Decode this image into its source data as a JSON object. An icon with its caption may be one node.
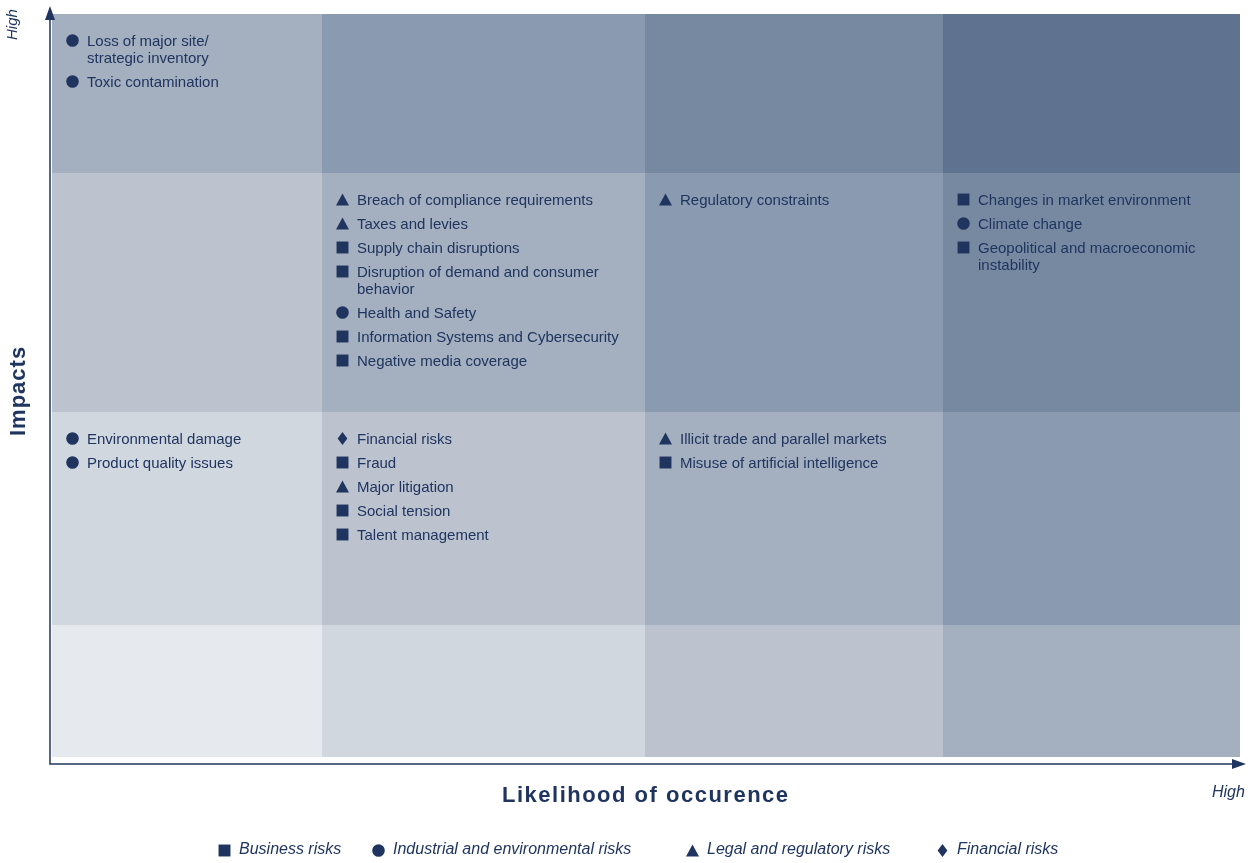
{
  "diagram": {
    "nodes": [
      {
        "text": [],
        "shape": "box"
      },
      {
        "text": [],
        "shape": "circle",
        "in": 0
      },
      {
        "text": [
          "Loss of major site/ strategic inventory"
        ],
        "in": 0
      },
      {
        "text": [],
        "shape": "circle",
        "in": 0
      },
      {
        "text": [
          "Toxic contamination"
        ],
        "in": 0
      },
      {
        "text": [],
        "shape": "box"
      },
      {
        "text": [],
        "shape": "box"
      },
      {
        "text": [],
        "shape": "box"
      },
      {
        "text": [],
        "shape": "box"
      },
      {
        "text": [],
        "shape": "box"
      },
      {
        "text": [],
        "shape": "triangle",
        "in": 9
      },
      {
        "text": [
          "Breach of compliance requirements"
        ],
        "in": 9
      },
      {
        "text": [],
        "shape": "triangle",
        "in": 9
      },
      {
        "text": [
          "Taxes and levies"
        ],
        "in": 9
      },
      {
        "text": [],
        "shape": "square",
        "in": 9
      },
      {
        "text": [
          "Supply chain disruptions"
        ],
        "in": 9
      },
      {
        "text": [],
        "shape": "square",
        "in": 9
      },
      {
        "text": [
          "Disruption of demand and consumer behavior"
        ],
        "in": 9
      },
      {
        "text": [],
        "shape": "circle",
        "in": 9
      },
      {
        "text": [
          "Health and Safety"
        ],
        "in": 9
      },
      {
        "text": [],
        "shape": "square",
        "in": 9
      },
      {
        "text": [
          "Information Systems and Cybersecurity"
        ],
        "in": 9
      },
      {
        "text": [],
        "shape": "square",
        "in": 9
      },
      {
        "text": [
          "Negative media coverage"
        ],
        "in": 9
      },
      {
        "text": [],
        "shape": "box"
      },
      {
        "text": [],
        "shape": "triangle",
        "in": 24
      },
      {
        "text": [
          "Regulatory constraints"
        ],
        "in": 24
      },
      {
        "text": [],
        "shape": "box"
      },
      {
        "text": [],
        "shape": "square",
        "in": 27
      },
      {
        "text": [
          "Changes in market environment"
        ],
        "in": 27
      },
      {
        "text": [],
        "shape": "circle",
        "in": 27
      },
      {
        "text": [
          "Climate change"
        ],
        "in": 27
      },
      {
        "text": [],
        "shape": "square",
        "in": 27
      },
      {
        "text": [
          "Geopolitical and macroeconomic instability"
        ],
        "in": 27
      },
      {
        "text": [],
        "shape": "box"
      },
      {
        "text": [],
        "shape": "circle",
        "in": 34
      },
      {
        "text": [
          "Environmental damage"
        ],
        "in": 34
      },
      {
        "text": [],
        "shape": "circle",
        "in": 34
      },
      {
        "text": [
          "Product quality issues"
        ],
        "in": 34
      },
      {
        "text": [],
        "shape": "box"
      },
      {
        "text": [],
        "shape": "diamond",
        "in": 39
      },
      {
        "text": [
          "Financial risks"
        ],
        "in": 39
      },
      {
        "text": [],
        "shape": "square",
        "in": 39
      },
      {
        "text": [
          "Fraud"
        ],
        "in": 39
      },
      {
        "text": [],
        "shape": "triangle",
        "in": 39
      },
      {
        "text": [
          "Major litigation"
        ],
        "in": 39
      },
      {
        "text": [],
        "shape": "square",
        "in": 39
      },
      {
        "text": [
          "Social tension"
        ],
        "in": 39
      },
      {
        "text": [],
        "shape": "square",
        "in": 39
      },
      {
        "text": [
          "Talent management"
        ],
        "in": 39
      },
      {
        "text": [],
        "shape": "box"
      },
      {
        "text": [],
        "shape": "triangle",
        "in": 50
      },
      {
        "text": [
          "Illicit trade and parallel markets"
        ],
        "in": 50
      },
      {
        "text": [],
        "shape": "square",
        "in": 50
      },
      {
        "text": [
          "Misuse of artificial intelligence"
        ],
        "in": 50
      },
      {
        "text": [],
        "shape": "box"
      },
      {
        "text": [],
        "shape": "box"
      },
      {
        "text": [],
        "shape": "box"
      },
      {
        "text": [],
        "shape": "box"
      },
      {
        "text": [],
        "shape": "box"
      }
    ],
    "labels": [
      "High",
      "Impacts",
      "Likelihood of occurence",
      "High"
    ],
    "legend": [
      {
        "text": "Business risks"
      },
      {
        "text": "Industrial and environmental risks"
      },
      {
        "text": "Legal and regulatory risks"
      },
      {
        "text": "Financial risks"
      }
    ]
  }
}
